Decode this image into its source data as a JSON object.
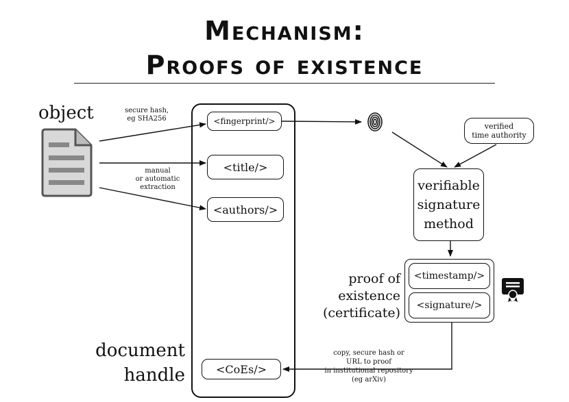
{
  "title": {
    "line1": "Mechanism:",
    "line2": "Proofs of existence"
  },
  "object_label": "object",
  "annotations": {
    "hash_line1": "secure hash,",
    "hash_line2": "eg SHA256",
    "extract_line1": "manual",
    "extract_line2": "or automatic",
    "extract_line3": "extraction",
    "time_authority_line1": "verified",
    "time_authority_line2": "time authority",
    "copy_line1": "copy, secure hash or",
    "copy_line2": "URL to proof",
    "copy_line3": "in institutional repository",
    "copy_line4": "(eg arXiv)"
  },
  "handle_fields": {
    "fingerprint": "<fingerprint/>",
    "title": "<title/>",
    "authors": "<authors/>",
    "coes": "<CoEs/>"
  },
  "signature_method": {
    "line1": "verifiable",
    "line2": "signature",
    "line3": "method"
  },
  "proof_label": {
    "line1": "proof of",
    "line2": "existence",
    "line3": "(certificate)"
  },
  "proof_fields": {
    "timestamp": "<timestamp/>",
    "signature": "<signature/>"
  },
  "document_handle_label": {
    "line1": "document",
    "line2": "handle"
  },
  "icons": [
    "document-icon",
    "fingerprint-icon",
    "certificate-icon"
  ]
}
